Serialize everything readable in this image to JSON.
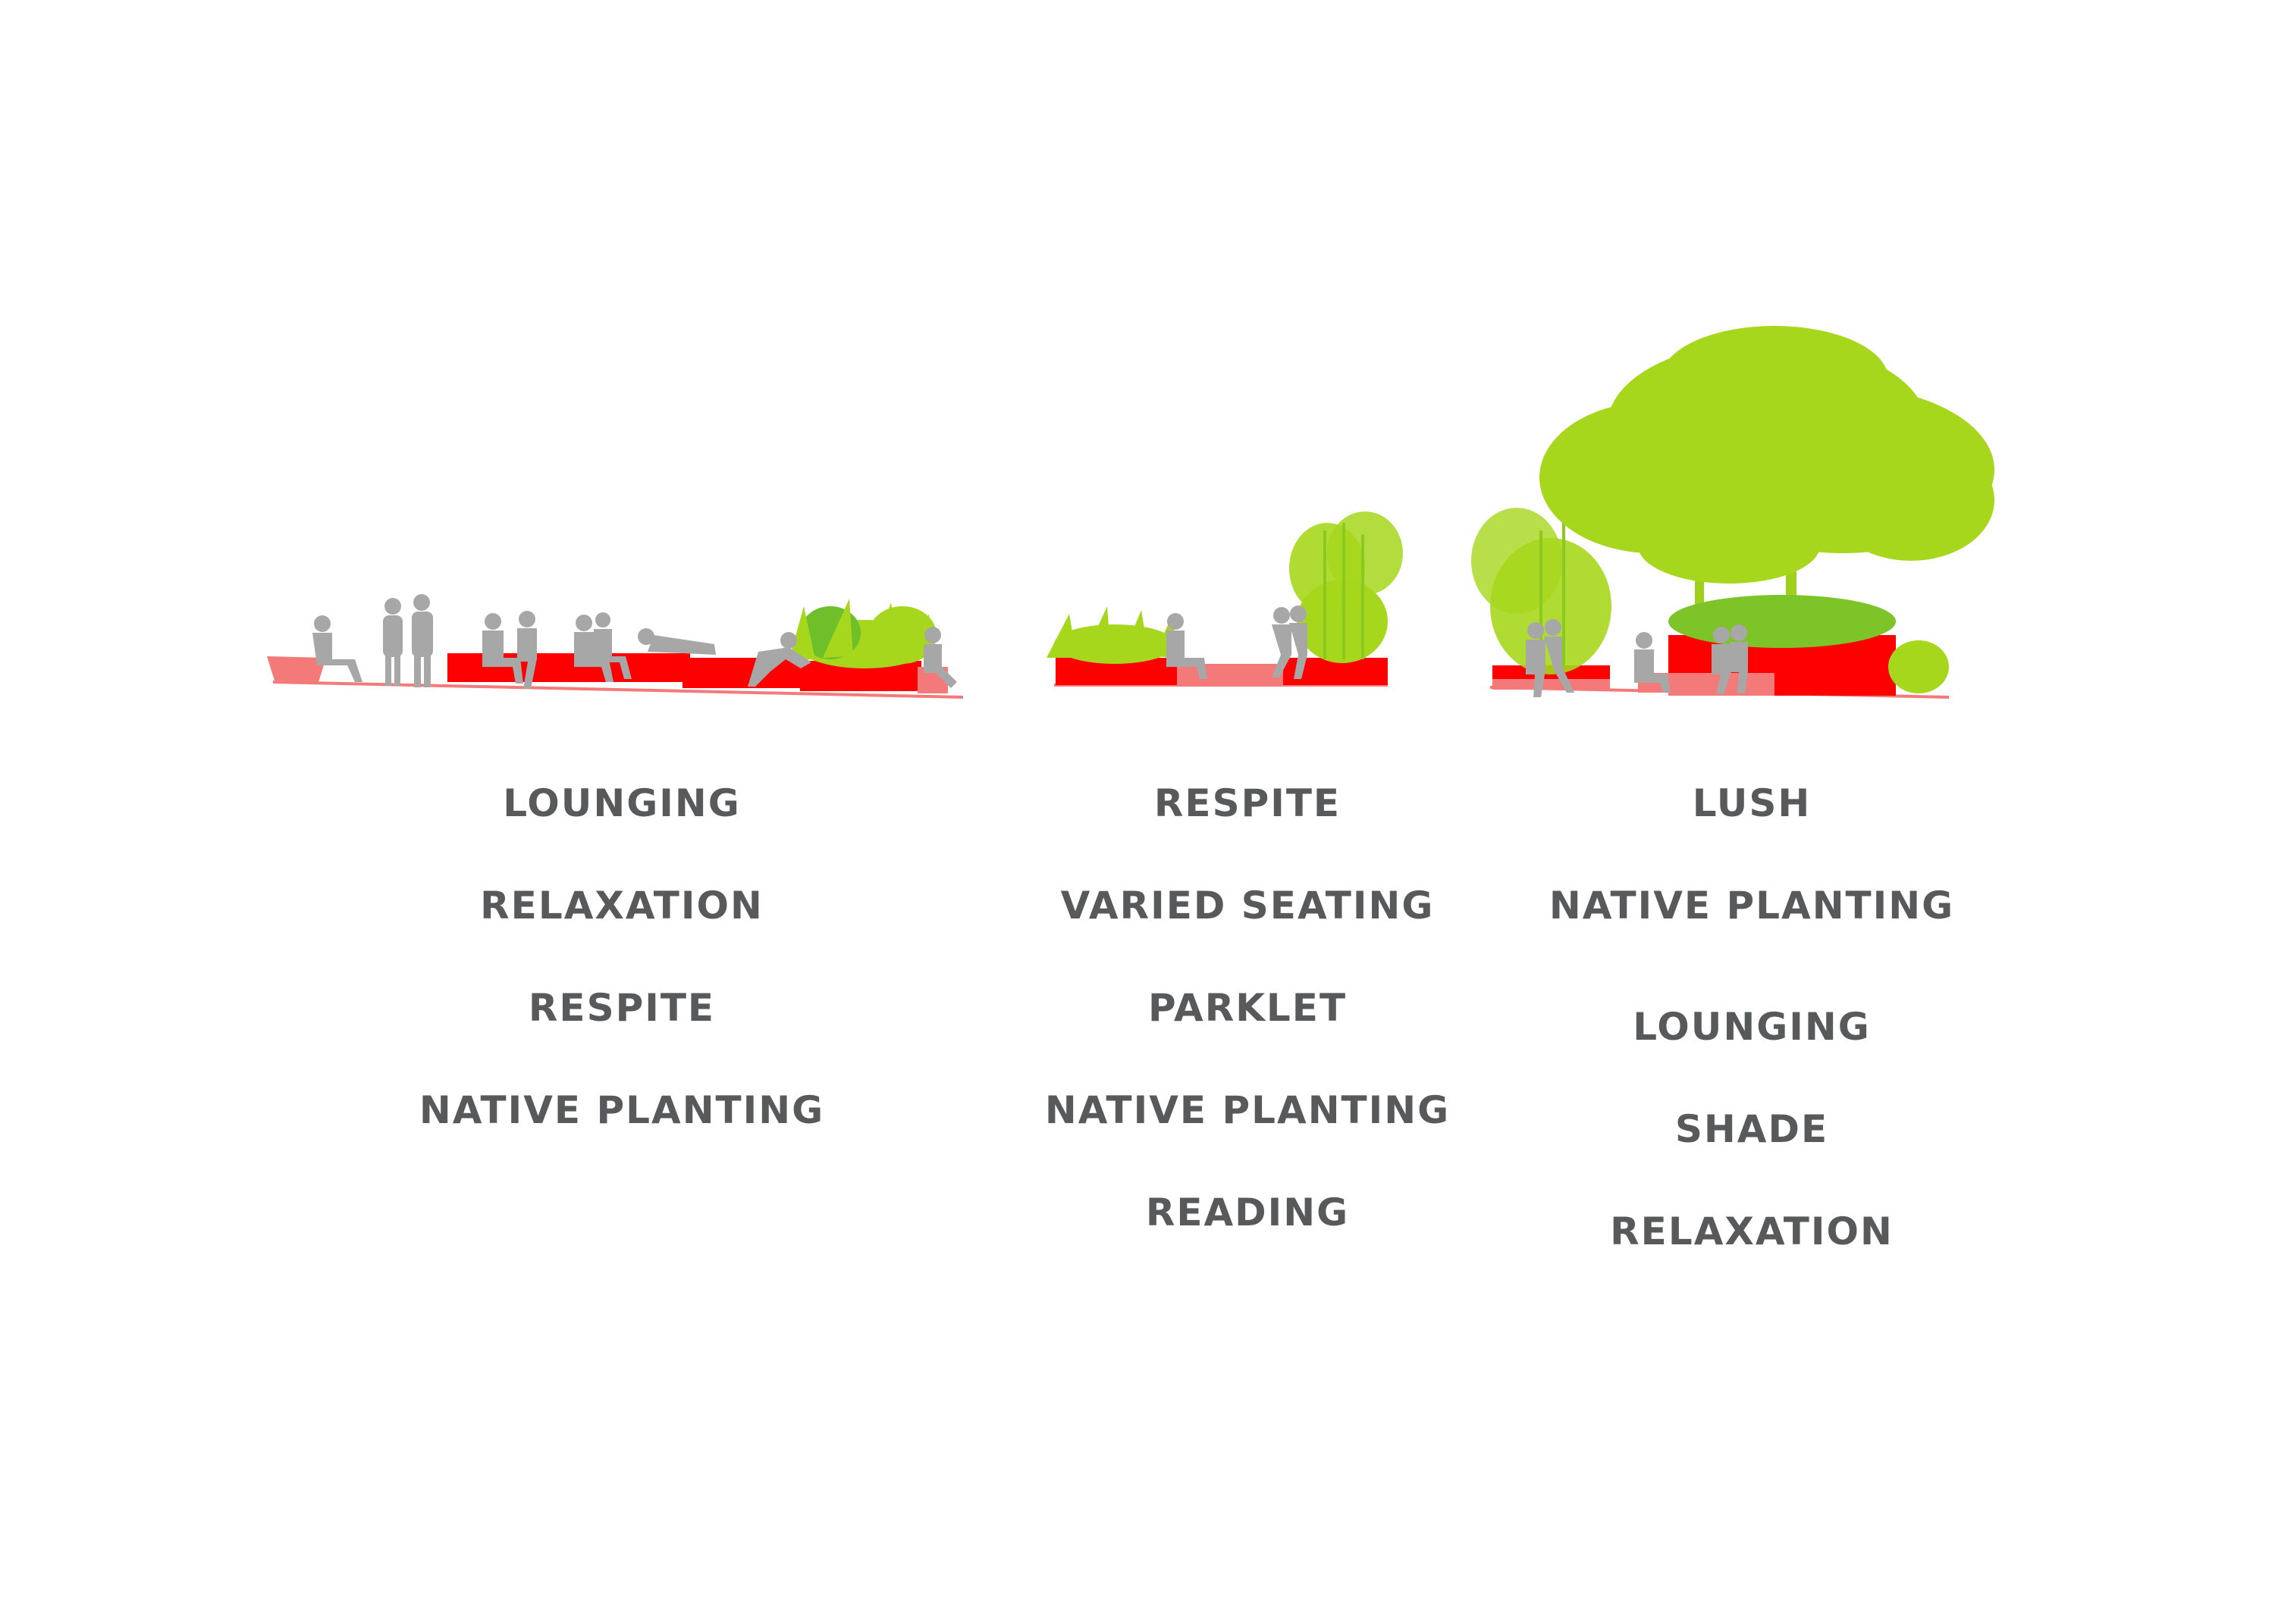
{
  "colors": {
    "planter": "#ff0000",
    "planter_light": "#f47a7a",
    "foliage": "#a6d71c",
    "foliage_dark": "#6fbf2a",
    "person": "#a7a7a7",
    "text": "#58595b"
  },
  "columns": [
    {
      "id": "lounging-scene",
      "labels": [
        "LOUNGING",
        "RELAXATION",
        "RESPITE",
        "NATIVE PLANTING"
      ]
    },
    {
      "id": "respite-scene",
      "labels": [
        "RESPITE",
        "VARIED SEATING",
        "PARKLET",
        "NATIVE PLANTING",
        "READING"
      ]
    },
    {
      "id": "lush-scene",
      "labels": [
        "LUSH",
        "NATIVE PLANTING",
        "LOUNGING",
        "SHADE",
        "RELAXATION"
      ]
    }
  ]
}
